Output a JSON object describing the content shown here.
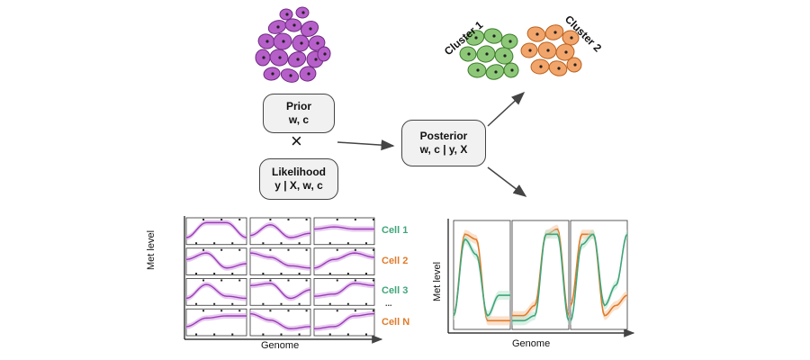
{
  "prior": {
    "title": "Prior",
    "params": "w, c"
  },
  "times_symbol": "×",
  "likelihood": {
    "title": "Likelihood",
    "params": "y | X, w, c"
  },
  "posterior": {
    "title": "Posterior",
    "params": "w, c | y, X"
  },
  "clusters": [
    {
      "label": "Cluster 1",
      "color": "#8dc878",
      "stroke": "#3c7a2a"
    },
    {
      "label": "Cluster 2",
      "color": "#f2a56b",
      "stroke": "#b8611e"
    }
  ],
  "input_cells_color": "#b65fc9",
  "left_plot": {
    "ylabel": "Met level",
    "xlabel": "Genome",
    "rows": [
      {
        "label": "Cell 1",
        "color": "#3fa57a"
      },
      {
        "label": "Cell 2",
        "color": "#e07b2a"
      },
      {
        "label": "Cell 3",
        "color": "#3fa57a"
      },
      {
        "label": "...",
        "color": "#333333"
      },
      {
        "label": "Cell N",
        "color": "#e07b2a"
      }
    ],
    "curve_color": "#9b3bb8"
  },
  "right_plot": {
    "ylabel": "Met level",
    "xlabel": "Genome",
    "series": [
      {
        "name": "",
        "color": "#e07b2a"
      },
      {
        "name": "",
        "color": "#3fa57a"
      }
    ]
  }
}
